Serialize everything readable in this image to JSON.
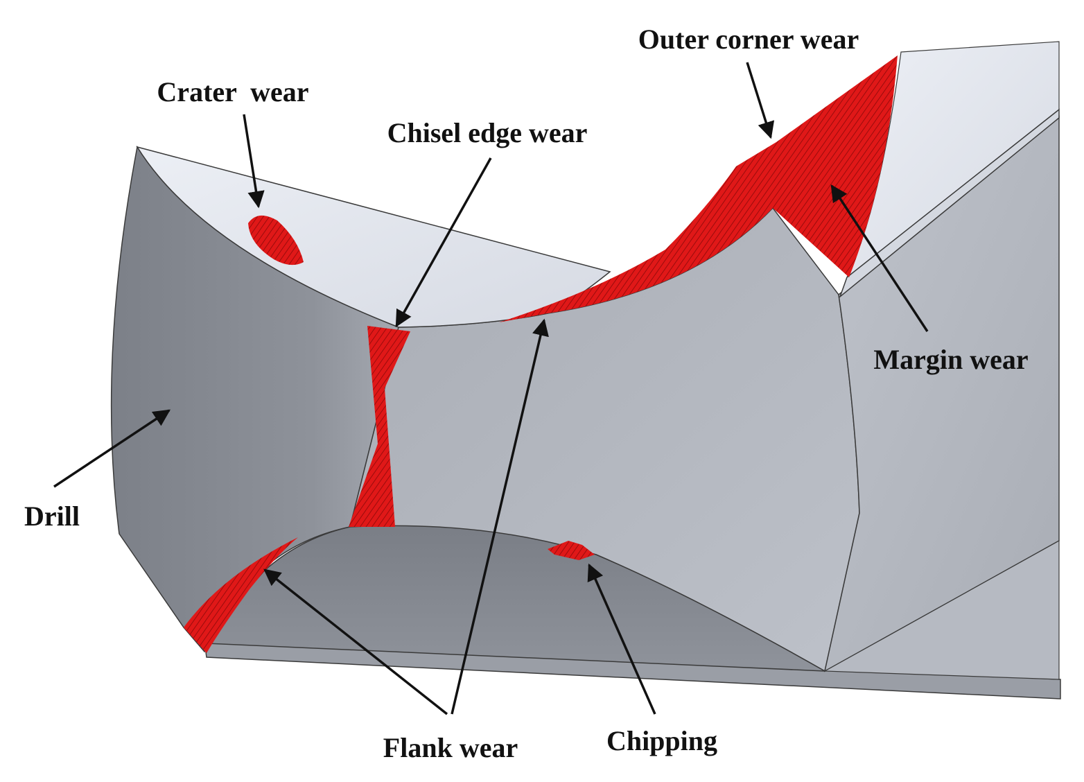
{
  "labels": {
    "outer_corner_wear": "Outer corner wear",
    "crater_wear": "Crater  wear",
    "chisel_edge_wear": "Chisel edge wear",
    "margin_wear": "Margin wear",
    "drill": "Drill",
    "flank_wear": "Flank wear",
    "chipping": "Chipping"
  },
  "colors": {
    "wear": "#e01818",
    "wear_stripe": "#9a0c0c",
    "rake_face": "#dfe3ec",
    "flank_face_light": "#b4b8c0",
    "flank_face_dark": "#7f838b",
    "edge_line": "#3a3a3a",
    "text": "#111111"
  }
}
